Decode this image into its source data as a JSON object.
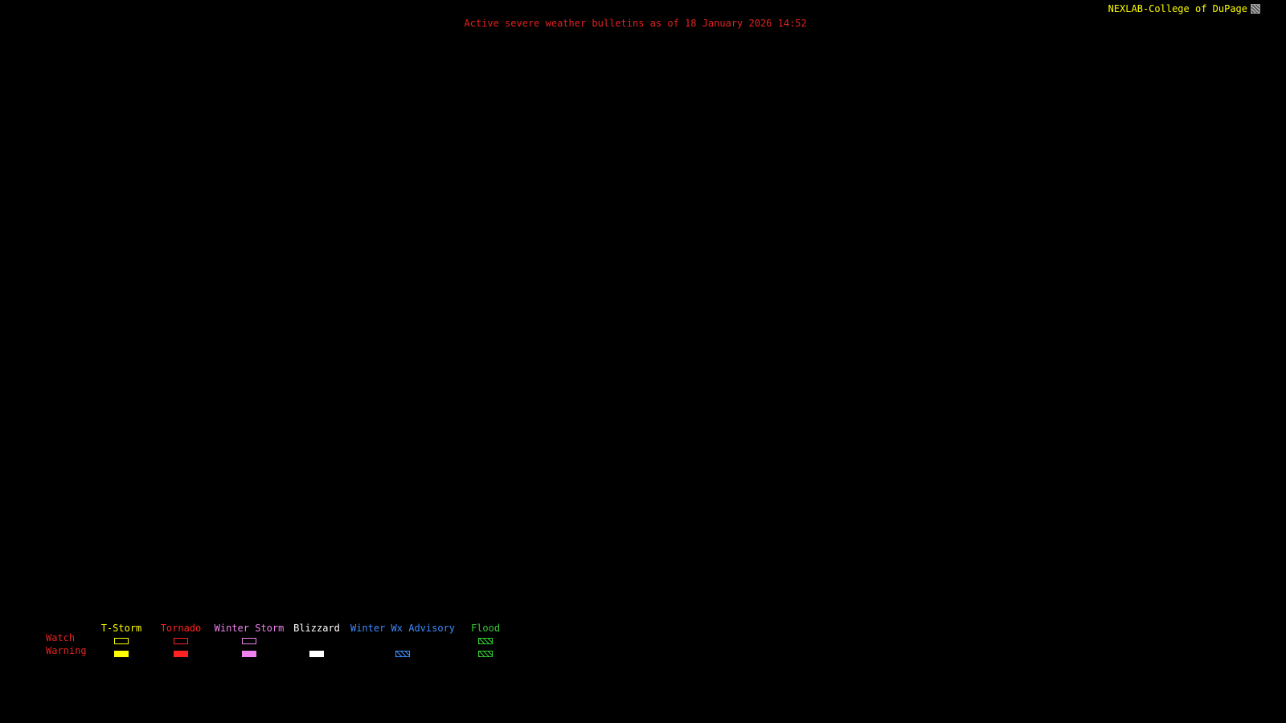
{
  "header": {
    "title": "Active severe weather bulletins as of 18 January 2026 14:52",
    "title_color": "#e22222",
    "brand": "NEXLAB-College of DuPage",
    "brand_color": "#ffff00"
  },
  "legend": {
    "watch_label": "Watch",
    "warning_label": "Warning",
    "row_label_color": "#e22222",
    "columns": [
      {
        "label": "T-Storm",
        "color": "#ffff00",
        "watch_style": "outline",
        "warning_style": "fill"
      },
      {
        "label": "Tornado",
        "color": "#ff2222",
        "watch_style": "outline",
        "warning_style": "fill"
      },
      {
        "label": "Winter Storm",
        "color": "#ee82ee",
        "watch_style": "outline",
        "warning_style": "fill"
      },
      {
        "label": "Blizzard",
        "color": "#ffffff",
        "watch_style": "none",
        "warning_style": "fill"
      },
      {
        "label": "Winter Wx Advisory",
        "color": "#3b8bff",
        "watch_style": "none",
        "warning_style": "hatch"
      },
      {
        "label": "Flood",
        "color": "#33cc33",
        "watch_style": "hatch",
        "warning_style": "hatch"
      }
    ]
  },
  "map": {
    "background_color": "#000000"
  }
}
